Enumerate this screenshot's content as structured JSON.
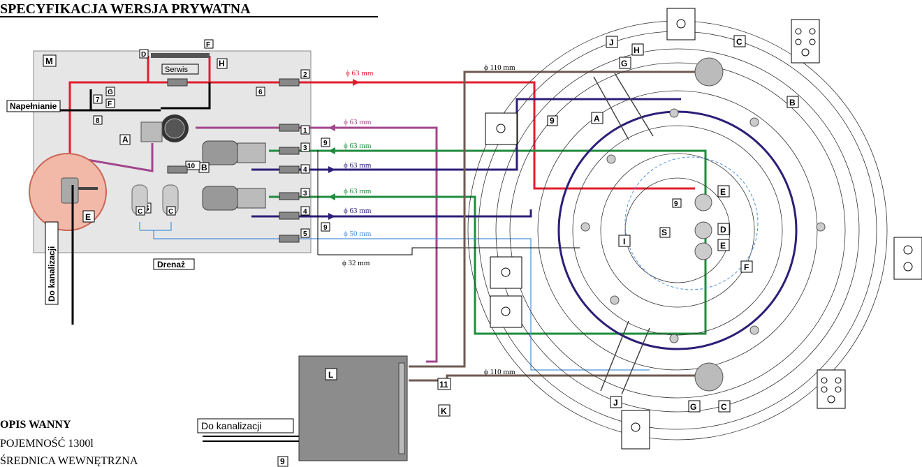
{
  "header": {
    "title": "SPECYFIKACJA WERSJA PRYWATNA"
  },
  "machine_room": {
    "box_letter": "M",
    "service_label": "Serwis",
    "fill_label": "Napełnianie",
    "drain_label": "Drenaż",
    "sewer_label_vertical": "Do kanalizacji",
    "letters": {
      "A": "A",
      "B": "B",
      "C": "C",
      "D": "D",
      "E": "E",
      "F": "F",
      "G": "G",
      "H": "H"
    },
    "valve_numbers": [
      "1",
      "2",
      "3",
      "3",
      "4",
      "4",
      "5",
      "6",
      "7",
      "8",
      "9",
      "9",
      "10"
    ]
  },
  "pipes": {
    "red": "ϕ 63 mm",
    "magenta": "ϕ 63 mm",
    "green_top": "ϕ 63 mm",
    "navy_top": "ϕ 63 mm",
    "green_bottom": "ϕ 63 mm",
    "navy_bottom": "ϕ 63 mm",
    "light_blue": "ϕ 50 mm",
    "drain": "ϕ 32 mm",
    "brown_top": "ϕ 110 mm",
    "brown_bottom": "ϕ 110 mm"
  },
  "tank": {
    "letter": "L",
    "valve_number": "11",
    "valve_letter": "K",
    "bottom_number": "9",
    "sewer_label": "Do kanalizacji"
  },
  "pool": {
    "letters": [
      "A",
      "B",
      "C",
      "C",
      "D",
      "E",
      "E",
      "F",
      "G",
      "G",
      "H",
      "I",
      "J",
      "J",
      "S"
    ],
    "valve_number": "9",
    "valve_number_center": "9"
  },
  "description": {
    "line1": "OPIS WANNY",
    "line2": "POJEMNOŚĆ 1300l",
    "line3": "ŚREDNICA WEWNĘTRZNA"
  },
  "colors": {
    "red": "#e01e2d",
    "magenta": "#a0468c",
    "green": "#1e8c3c",
    "navy": "#2d1e78",
    "light_blue": "#4a90d9",
    "brown": "#6e5a50",
    "machine_room_bg": "#e6e6e6",
    "tank_bg": "#8c8c8c"
  }
}
